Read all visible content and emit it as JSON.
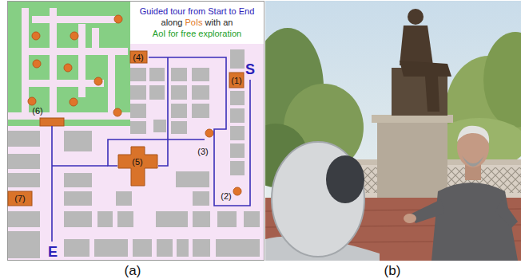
{
  "diagram": {
    "nodes": [
      {
        "text": [
          "Guided tour from Start to End",
          "along",
          "PoIs",
          "with an",
          "AoI for free exploration"
        ]
      }
    ],
    "labels": [
      "S",
      "(1)",
      "(2)",
      "(3)",
      "(4)",
      "(5)",
      "(6)",
      "(7)",
      "E",
      "(a)",
      "(b)"
    ]
  }
}
